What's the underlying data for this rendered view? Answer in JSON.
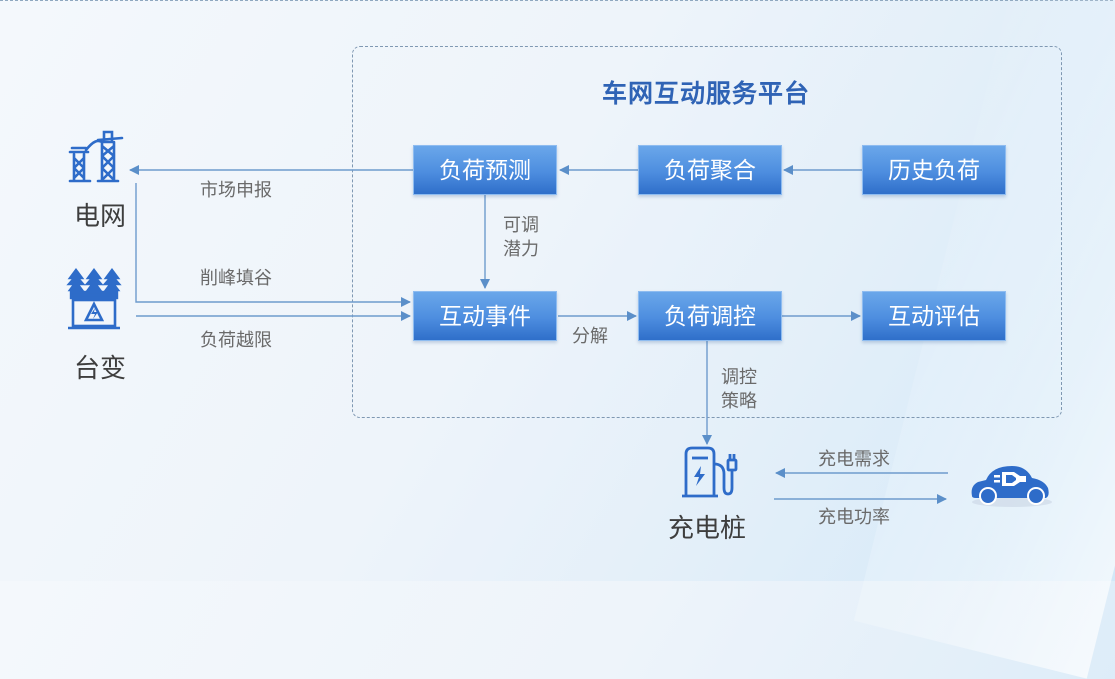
{
  "diagram": {
    "platform_title": "车网互动服务平台",
    "nodes": {
      "load_forecast": "负荷预测",
      "load_aggregation": "负荷聚合",
      "historical_load": "历史负荷",
      "interaction_event": "互动事件",
      "load_control": "负荷调控",
      "interaction_evaluation": "互动评估"
    },
    "entities": {
      "grid": "电网",
      "transformer": "台变",
      "charging_pile": "充电桩",
      "electric_vehicle": ""
    },
    "edge_labels": {
      "market_bid": "市场申报",
      "peak_shaving": "削峰填谷",
      "load_overlimit": "负荷越限",
      "adjustable_potential": "可调潜力",
      "decomposition": "分解",
      "control_strategy": "调控策略",
      "charging_demand": "充电需求",
      "charging_power": "充电功率"
    },
    "icons": {
      "grid": "power-tower-icon",
      "transformer": "transformer-icon",
      "charging_pile": "charging-station-icon",
      "vehicle": "electric-car-icon"
    },
    "colors": {
      "node_fill_top": "#6aa7ea",
      "node_fill_bottom": "#2f6fca",
      "title": "#2f63b5",
      "arrow": "#5b8fc9",
      "icon": "#2e6cc9",
      "label_text": "#6a6a6a"
    }
  }
}
